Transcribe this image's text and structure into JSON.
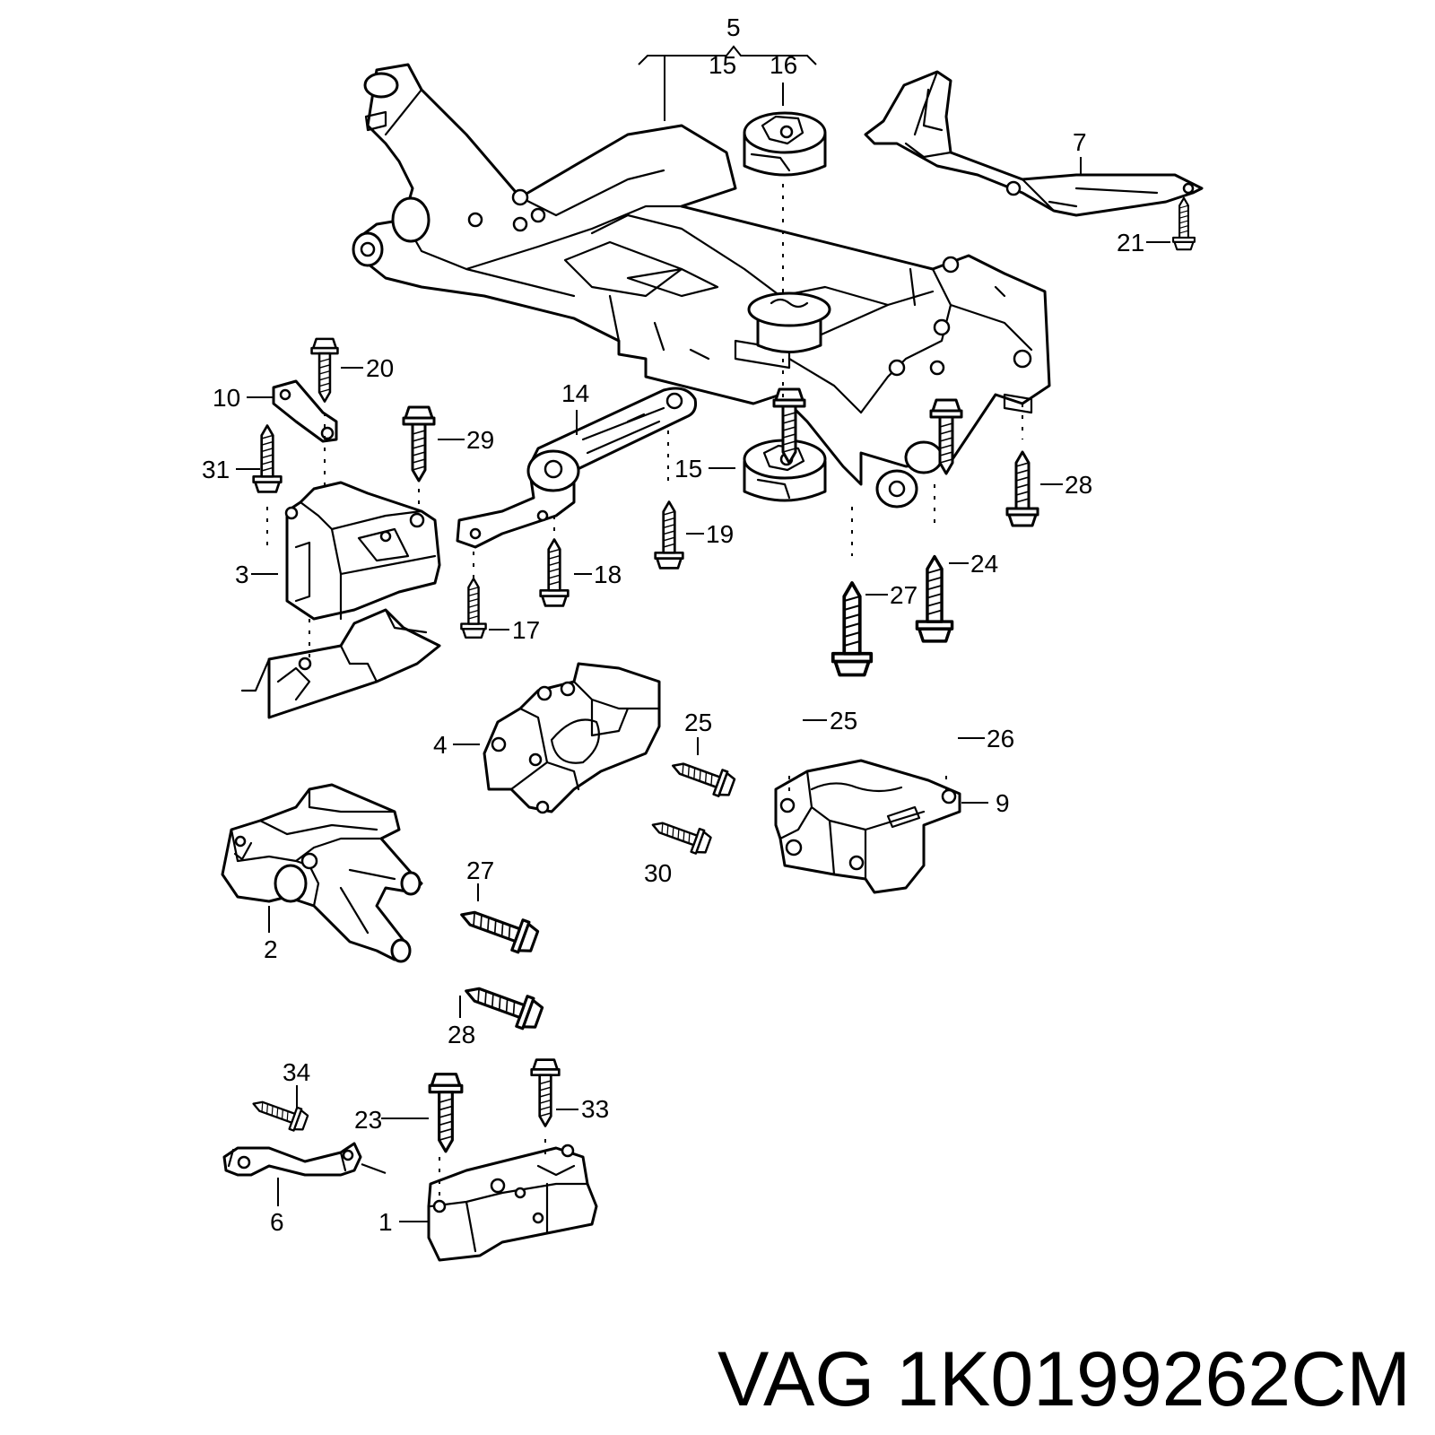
{
  "callouts": {
    "c1": "1",
    "c2": "2",
    "c3": "3",
    "c4": "4",
    "c5": "5",
    "c6": "6",
    "c7": "7",
    "c9": "9",
    "c10": "10",
    "c14": "14",
    "c15_top": "15",
    "c15": "15",
    "c16": "16",
    "c17": "17",
    "c18": "18",
    "c19": "19",
    "c20": "20",
    "c21": "21",
    "c23": "23",
    "c24": "24",
    "c25_a": "25",
    "c25_b": "25",
    "c26": "26",
    "c27_a": "27",
    "c27_b": "27",
    "c28_a": "28",
    "c28_b": "28",
    "c29": "29",
    "c30": "30",
    "c31": "31",
    "c33": "33",
    "c34": "34"
  },
  "caption": {
    "brand": "VAG",
    "part_number": "1K0199262CM"
  }
}
